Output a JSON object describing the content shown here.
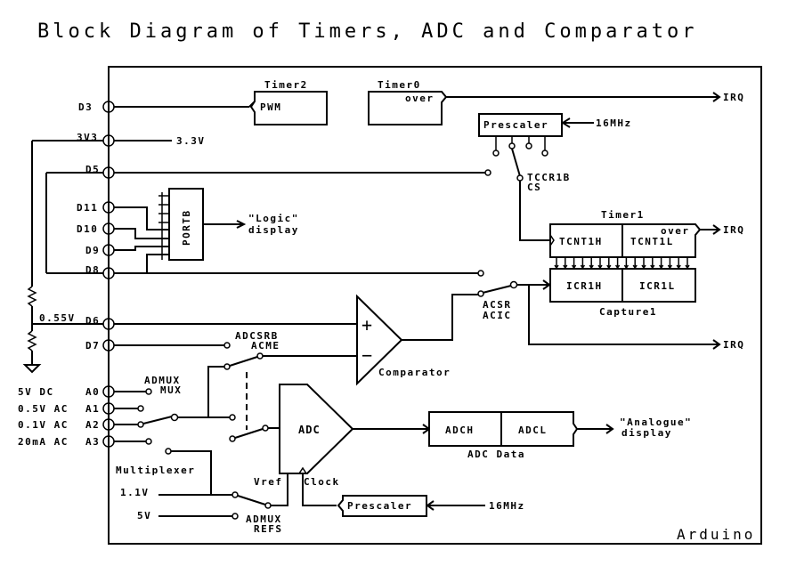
{
  "title": "Block Diagram of Timers, ADC and Comparator",
  "board_label": "Arduino",
  "pins": {
    "d3": "D3",
    "v33": "3V3",
    "d5": "D5",
    "d11": "D11",
    "d10": "D10",
    "d9": "D9",
    "d8": "D8",
    "d6": "D6",
    "d7": "D7",
    "a0": "A0",
    "a1": "A1",
    "a2": "A2",
    "a3": "A3"
  },
  "external": {
    "v33_out": "3.3V",
    "divider_voltage": "0.55V",
    "a0_source": "5V DC",
    "a1_source": "0.5V AC",
    "a2_source": "0.1V AC",
    "a3_source": "20mA AC"
  },
  "timer2": {
    "title": "Timer2",
    "port": "PWM"
  },
  "timer0": {
    "title": "Timer0",
    "port": "over"
  },
  "irq_label": "IRQ",
  "prescaler_top": {
    "label": "Prescaler",
    "clock": "16MHz",
    "switch_reg": "TCCR1B",
    "switch_bit": "CS"
  },
  "portb": {
    "label": "PORTB",
    "output_line1": "\"Logic\"",
    "output_line2": "display"
  },
  "timer1": {
    "title": "Timer1",
    "high": "TCNT1H",
    "low": "TCNT1L",
    "over": "over"
  },
  "capture1": {
    "title": "Capture1",
    "high": "ICR1H",
    "low": "ICR1L"
  },
  "acic_switch": {
    "reg": "ACSR",
    "bit": "ACIC"
  },
  "acme_switch": {
    "reg": "ADCSRB",
    "bit": "ACME"
  },
  "comparator": {
    "label": "Comparator",
    "plus": "+",
    "minus": "−"
  },
  "mux_switch": {
    "reg": "ADMUX",
    "bit": "MUX"
  },
  "multiplexer_label": "Multiplexer",
  "adc": {
    "label": "ADC",
    "vref": "Vref",
    "clock": "Clock"
  },
  "vref_sources": {
    "v11": "1.1V",
    "v5": "5V"
  },
  "refs_switch": {
    "reg": "ADMUX",
    "bit": "REFS"
  },
  "adc_prescaler": {
    "label": "Prescaler",
    "clock": "16MHz"
  },
  "adc_data": {
    "title": "ADC Data",
    "high": "ADCH",
    "low": "ADCL",
    "output_line1": "\"Analogue\"",
    "output_line2": "display"
  }
}
